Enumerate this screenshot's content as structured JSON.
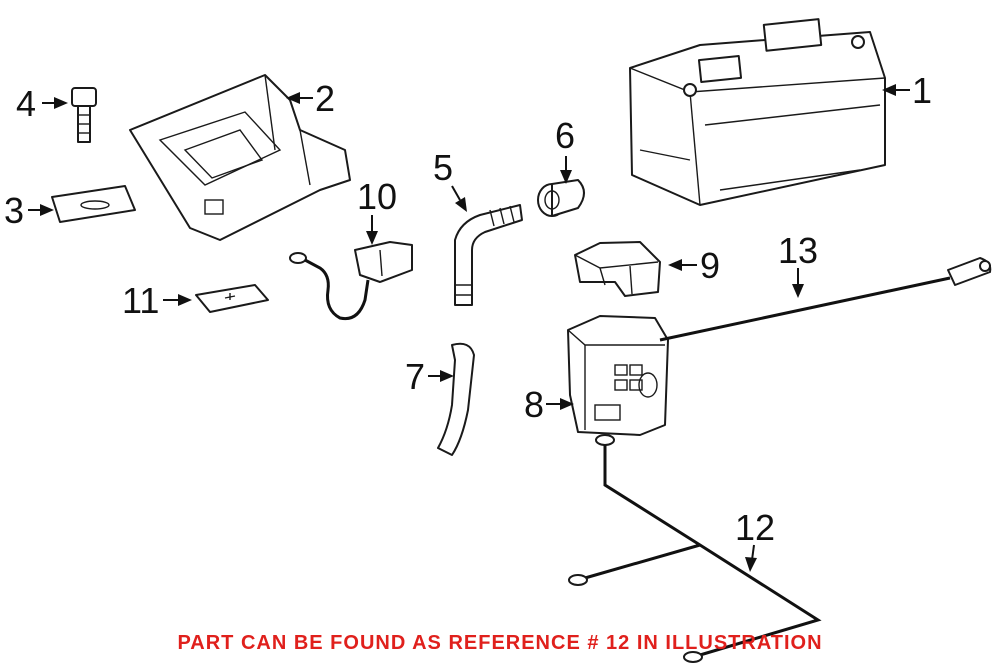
{
  "callouts": {
    "c1": "1",
    "c2": "2",
    "c3": "3",
    "c4": "4",
    "c5": "5",
    "c6": "6",
    "c7": "7",
    "c8": "8",
    "c9": "9",
    "c10": "10",
    "c11": "11",
    "c12": "12",
    "c13": "13"
  },
  "battery_label": "",
  "note": "PART CAN BE FOUND AS REFERENCE # 12 IN ILLUSTRATION",
  "colors": {
    "line_art": "#1a1a1a",
    "note_text": "#e0201c",
    "background": "#ffffff"
  }
}
